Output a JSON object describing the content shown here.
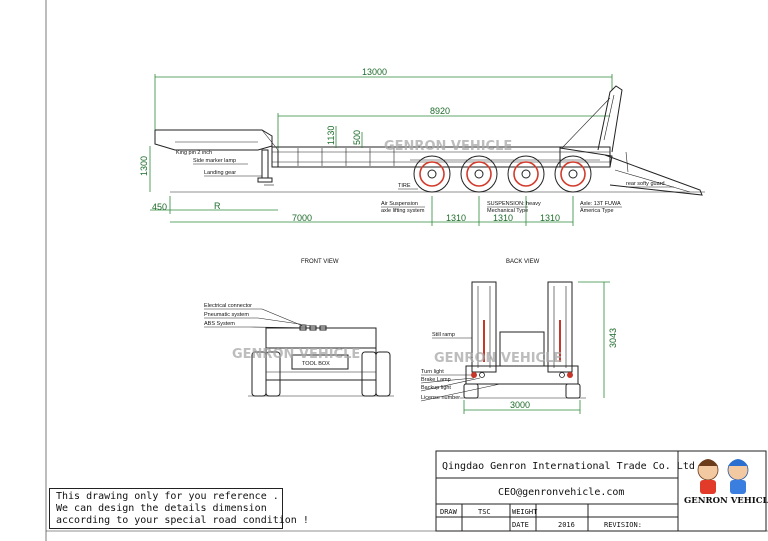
{
  "watermark": "GENRON VEHICLE",
  "side_view": {
    "dim_overall": "13000",
    "dim_deck": "8920",
    "dim_wheelbase": "7000",
    "dim_axle_spacing": [
      "1310",
      "1310",
      "1310"
    ],
    "dim_front_overhang": "450",
    "dim_r": "R",
    "dim_height": "1300",
    "dim_gooseneck": "1130",
    "dim_beam": "500",
    "labels": {
      "king_pin": "King pin 2 inch",
      "side_marker": "Side marker lamp",
      "landing_gear": "Landing gear",
      "tire": "TIRE",
      "air_suspension": "Air Suspension",
      "axle_lifting": "axle lifting system",
      "suspension": "SUSPENSION: heavy",
      "mech_type": "Mechanical Type",
      "axle": "Axle: 13T FUWA",
      "america_type": "America Type",
      "rear_guard": "rear softy guard"
    }
  },
  "front_view": {
    "title": "FRONT VIEW",
    "labels": {
      "electrical": "Electrical connector",
      "pneumatic": "Pneumatic system",
      "abs": "ABS System",
      "toolbox": "TOOL BOX"
    }
  },
  "back_view": {
    "title": "BACK VIEW",
    "dim_height": "3043",
    "dim_width": "3000",
    "labels": {
      "still_ramp": "Still ramp",
      "turn_light": "Turn light",
      "brake_lamp": "Brake Lamp",
      "backup_light": "Backup light",
      "license": "License number"
    }
  },
  "title_block": {
    "company": "Qingdao Genron International Trade Co. Ltd",
    "email": "CEO@genronvehicle.com",
    "draw_label": "DRAW",
    "draw_value": "TSC",
    "weight_label": "WEIGHT",
    "date_label": "DATE",
    "date_value": "2016",
    "revision_label": "REVISION:",
    "logo_text": "GENRON VEHICL"
  },
  "note": {
    "line1": "This drawing only for you reference .",
    "line2": "We can design the details dimension",
    "line3": "according to your special road condition !"
  },
  "colors": {
    "line": "#222222",
    "dim": "#2d8a3a",
    "watermark": "#a8a8a8",
    "wheel_red": "#d23a2a",
    "ramp_red": "#c8362a"
  }
}
